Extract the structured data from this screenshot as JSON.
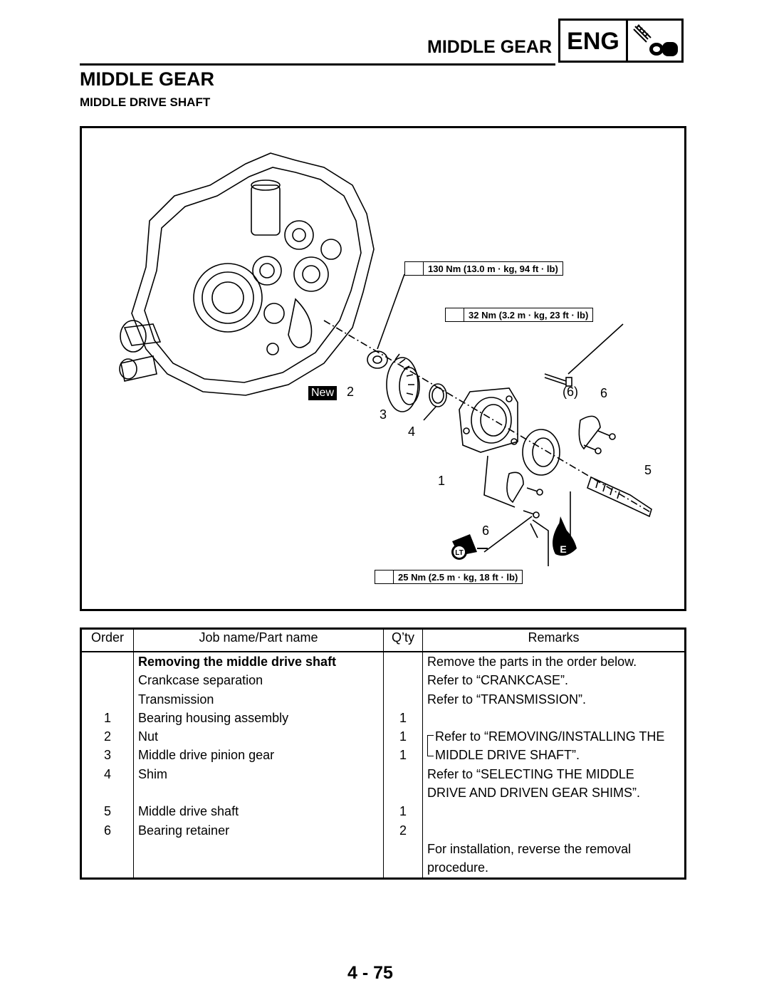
{
  "header": {
    "section_title": "MIDDLE GEAR",
    "badge": "ENG",
    "badge_icon": "engine-icon"
  },
  "page_title": "MIDDLE GEAR",
  "subtitle": "MIDDLE DRIVE SHAFT",
  "figure": {
    "torque_specs": [
      "130 Nm (13.0 m · kg, 94 ft · lb)",
      "32 Nm (3.2 m · kg, 23 ft · lb)",
      "25 Nm (2.5 m · kg, 18 ft · lb)"
    ],
    "new_label": "New",
    "callouts": [
      "2",
      "3",
      "4",
      "1",
      "(6)",
      "6",
      "5",
      "6"
    ],
    "symbols": [
      "E",
      "LT"
    ]
  },
  "table": {
    "headers": [
      "Order",
      "Job name/Part name",
      "Q’ty",
      "Remarks"
    ],
    "rows": [
      {
        "order": "",
        "name": "Removing the middle drive shaft",
        "qty": "",
        "remarks": "Remove the parts in the order below."
      },
      {
        "order": "",
        "name": "Crankcase separation",
        "qty": "",
        "remarks": "Refer to “CRANKCASE”."
      },
      {
        "order": "",
        "name": "Transmission",
        "qty": "",
        "remarks": "Refer to “TRANSMISSION”."
      },
      {
        "order": "1",
        "name": "Bearing housing assembly",
        "qty": "1",
        "remarks": ""
      },
      {
        "order": "2",
        "name": "Nut",
        "qty": "1",
        "remarks": "Refer to “REMOVING/INSTALLING THE"
      },
      {
        "order": "3",
        "name": "Middle drive pinion gear",
        "qty": "1",
        "remarks": "MIDDLE DRIVE SHAFT”."
      },
      {
        "order": "4",
        "name": "Shim",
        "qty": "",
        "remarks": "Refer to “SELECTING THE MIDDLE"
      },
      {
        "order": "",
        "name": "",
        "qty": "",
        "remarks": "DRIVE AND DRIVEN GEAR SHIMS”."
      },
      {
        "order": "5",
        "name": "Middle drive shaft",
        "qty": "1",
        "remarks": ""
      },
      {
        "order": "6",
        "name": "Bearing retainer",
        "qty": "2",
        "remarks": ""
      },
      {
        "order": "",
        "name": "",
        "qty": "",
        "remarks": "For installation, reverse the removal"
      },
      {
        "order": "",
        "name": "",
        "qty": "",
        "remarks": "procedure."
      }
    ]
  },
  "page_number": "4 - 75"
}
